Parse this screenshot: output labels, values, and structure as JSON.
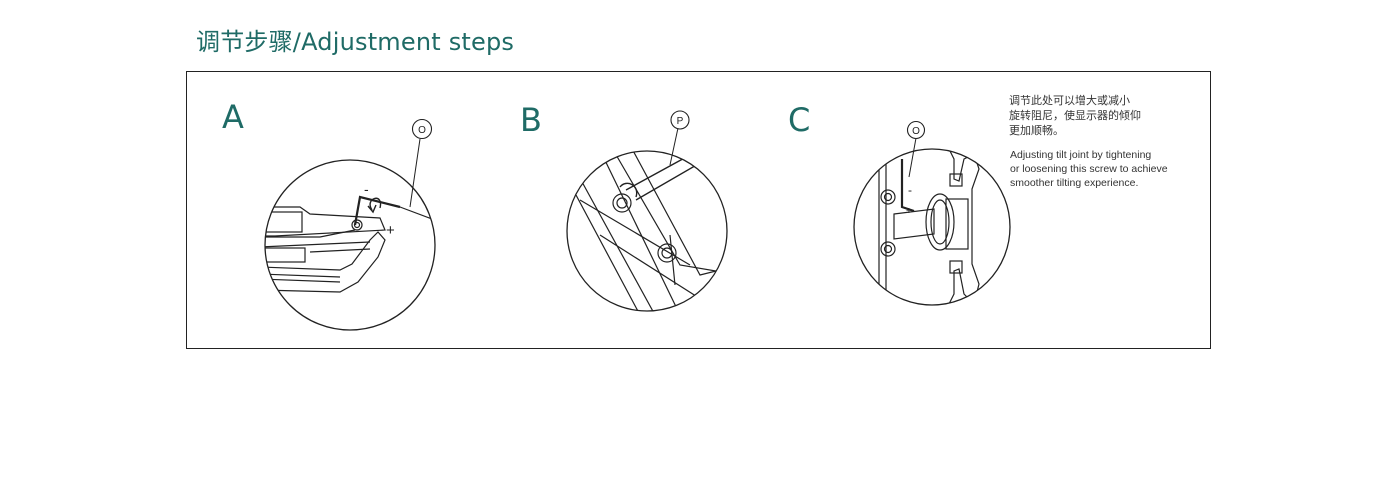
{
  "page": {
    "title": "调节步骤/Adjustment steps"
  },
  "steps": [
    {
      "letter": "A",
      "tool_label": "O",
      "minus_label": "-",
      "plus_label": "+"
    },
    {
      "letter": "B",
      "tool_label": "P"
    },
    {
      "letter": "C",
      "tool_label": "O",
      "minus_label": "-",
      "plus_label": "+"
    }
  ],
  "note": {
    "chinese": "调节此处可以增大或减小\n旋转阻尼，使显示器的倾仰\n更加顺畅。",
    "english": "Adjusting tilt joint by tightening\nor loosening this screw to achieve\nsmoother tilting experience."
  },
  "colors": {
    "accent": "#1f6b66",
    "line": "#222222",
    "background": "#ffffff"
  }
}
